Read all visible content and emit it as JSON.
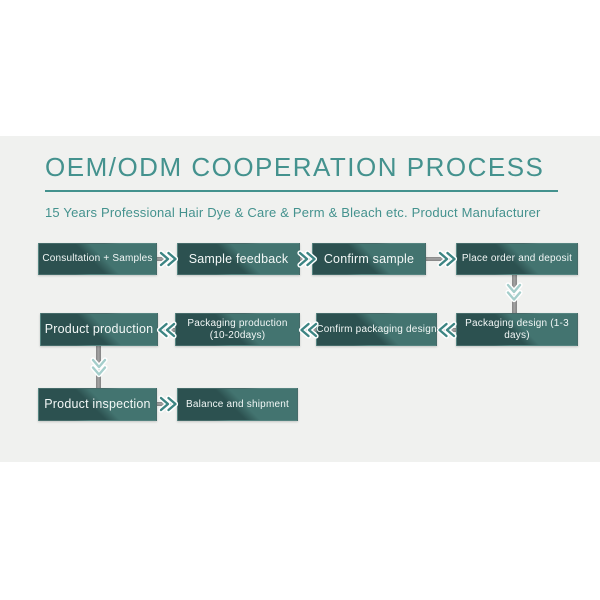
{
  "header": {
    "title": "OEM/ODM COOPERATION PROCESS",
    "subtitle": "15 Years Professional Hair Dye & Care & Perm & Bleach etc. Product Manufacturer"
  },
  "flow": {
    "steps": [
      {
        "id": "consultation-samples",
        "label": "Consultation + Samples"
      },
      {
        "id": "sample-feedback",
        "label": "Sample feedback"
      },
      {
        "id": "confirm-sample",
        "label": "Confirm sample"
      },
      {
        "id": "place-order-deposit",
        "label": "Place order and deposit"
      },
      {
        "id": "packaging-design",
        "label": "Packaging design (1-3 days)"
      },
      {
        "id": "confirm-packaging-design",
        "label": "Confirm packaging design"
      },
      {
        "id": "packaging-production",
        "label": "Packaging production (10-20days)"
      },
      {
        "id": "product-production",
        "label": "Product production"
      },
      {
        "id": "product-inspection",
        "label": "Product inspection"
      },
      {
        "id": "balance-shipment",
        "label": "Balance and shipment"
      }
    ],
    "connectors": [
      {
        "from": "consultation-samples",
        "to": "sample-feedback",
        "direction": "right"
      },
      {
        "from": "sample-feedback",
        "to": "confirm-sample",
        "direction": "right"
      },
      {
        "from": "confirm-sample",
        "to": "place-order-deposit",
        "direction": "right"
      },
      {
        "from": "place-order-deposit",
        "to": "packaging-design",
        "direction": "down"
      },
      {
        "from": "packaging-design",
        "to": "confirm-packaging-design",
        "direction": "left"
      },
      {
        "from": "confirm-packaging-design",
        "to": "packaging-production",
        "direction": "left"
      },
      {
        "from": "packaging-production",
        "to": "product-production",
        "direction": "left"
      },
      {
        "from": "product-production",
        "to": "product-inspection",
        "direction": "down"
      },
      {
        "from": "product-inspection",
        "to": "balance-shipment",
        "direction": "right"
      }
    ]
  },
  "colors": {
    "page_bg": "#ffffff",
    "panel_bg": "#f0f1ef",
    "accent": "#44928e",
    "box_dark": "#2c5150",
    "box_light": "#437470",
    "box_text": "#f2f7f6",
    "bar_gray": "#a3a3a3",
    "chevron_horizontal": "#3d8583",
    "chevron_vertical": "#a5cecb"
  }
}
